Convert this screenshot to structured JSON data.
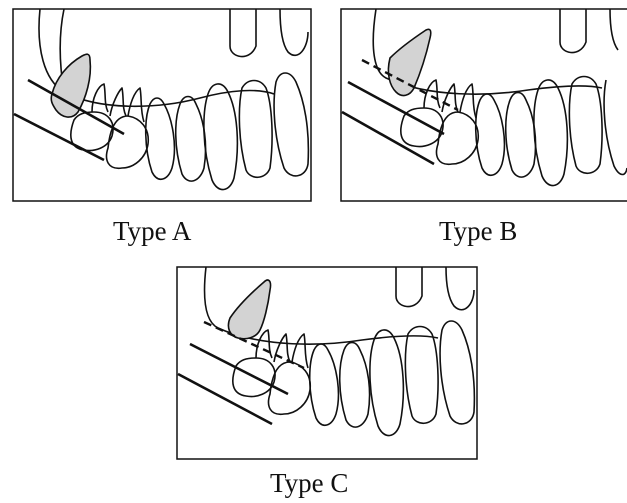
{
  "figure": {
    "panels": [
      {
        "id": "type-a",
        "label": "Type A",
        "impacted_tooth_position": "above occlusal reference line",
        "reference_line_style": "solid"
      },
      {
        "id": "type-b",
        "label": "Type B",
        "impacted_tooth_position": "crossing dashed reference line",
        "reference_line_style": "dashed"
      },
      {
        "id": "type-c",
        "label": "Type C",
        "impacted_tooth_position": "at cervical level",
        "reference_line_style": "dashed"
      }
    ],
    "colors": {
      "impacted_tooth_fill": "#d3d3d3",
      "outline": "#111111",
      "background": "#ffffff"
    }
  }
}
